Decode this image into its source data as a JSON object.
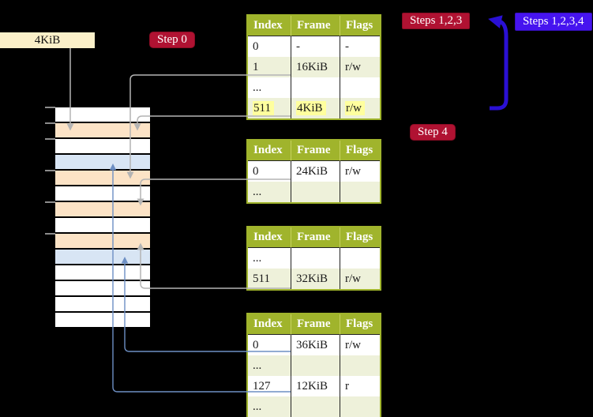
{
  "labels": {
    "page_size": "4KiB"
  },
  "badges": {
    "step0": "Step 0",
    "steps123": "Steps 1,2,3",
    "steps1234": "Steps 1,2,3,4",
    "step4": "Step 4"
  },
  "colors": {
    "badge_red": "#b01232",
    "badge_blue": "#4614ef",
    "big_arrow_blue": "#2a10d4",
    "connector_gray": "#b4b4b4",
    "connector_blue": "#6d8fc4",
    "table_header_green": "#a0b42c",
    "table_shaded_row": "#eef1da",
    "highlight_yellow": "#ffff9e",
    "frame_peach": "#fce3c6",
    "frame_blue": "#d8e5f4",
    "page_size_box": "#fbf0c9"
  },
  "memory_stack": {
    "rows": [
      "plain",
      "peach",
      "plain",
      "blue",
      "peach",
      "plain",
      "peach",
      "plain",
      "peach",
      "blue",
      "plain",
      "plain",
      "plain",
      "plain"
    ]
  },
  "page_tables": [
    {
      "columns": [
        "Index",
        "Frame",
        "Flags"
      ],
      "rows": [
        {
          "cells": [
            "0",
            "-",
            "-"
          ],
          "shaded": false,
          "highlight": false
        },
        {
          "cells": [
            "1",
            "16KiB",
            "r/w"
          ],
          "shaded": true,
          "highlight": false
        },
        {
          "cells": [
            "...",
            "",
            ""
          ],
          "shaded": false,
          "highlight": false
        },
        {
          "cells": [
            "511",
            "4KiB",
            "r/w"
          ],
          "shaded": true,
          "highlight": true
        }
      ]
    },
    {
      "columns": [
        "Index",
        "Frame",
        "Flags"
      ],
      "rows": [
        {
          "cells": [
            "0",
            "24KiB",
            "r/w"
          ],
          "shaded": false,
          "highlight": false
        },
        {
          "cells": [
            "...",
            "",
            ""
          ],
          "shaded": true,
          "highlight": false
        }
      ]
    },
    {
      "columns": [
        "Index",
        "Frame",
        "Flags"
      ],
      "rows": [
        {
          "cells": [
            "...",
            "",
            ""
          ],
          "shaded": false,
          "highlight": false
        },
        {
          "cells": [
            "511",
            "32KiB",
            "r/w"
          ],
          "shaded": true,
          "highlight": false
        }
      ]
    },
    {
      "columns": [
        "Index",
        "Frame",
        "Flags"
      ],
      "rows": [
        {
          "cells": [
            "0",
            "36KiB",
            "r/w"
          ],
          "shaded": false,
          "highlight": false
        },
        {
          "cells": [
            "...",
            "",
            ""
          ],
          "shaded": true,
          "highlight": false
        },
        {
          "cells": [
            "127",
            "12KiB",
            "r"
          ],
          "shaded": false,
          "highlight": false
        },
        {
          "cells": [
            "...",
            "",
            ""
          ],
          "shaded": true,
          "highlight": false
        }
      ]
    }
  ]
}
